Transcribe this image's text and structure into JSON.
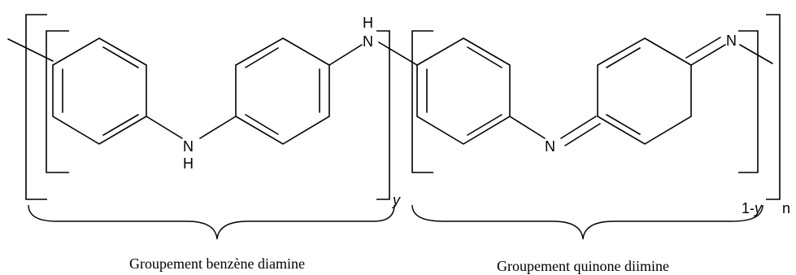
{
  "atoms": {
    "n_benzenoid": "N",
    "h_benzenoid": "H",
    "n_bridge": "N",
    "h_bridge": "H",
    "n_imine_1": "N",
    "n_imine_2": "N"
  },
  "subscripts": {
    "y": "y",
    "one_minus_prefix": "1-",
    "one_minus_y": "y",
    "n": "n"
  },
  "captions": {
    "left": "Groupement benzène diamine",
    "right": "Groupement quinone diimine"
  }
}
